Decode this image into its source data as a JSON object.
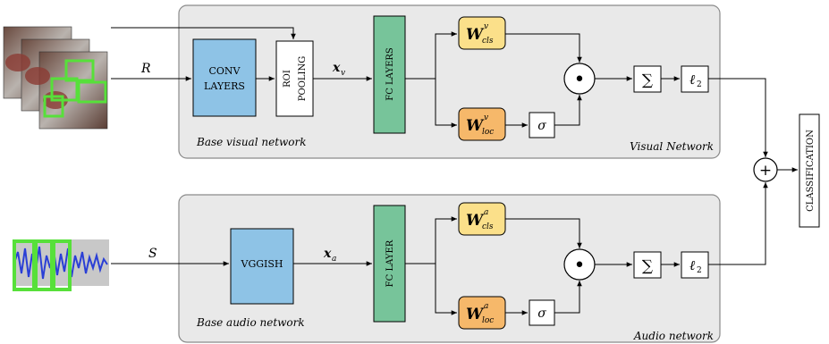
{
  "visual": {
    "input_symbol": "R",
    "conv_line1": "CONV",
    "conv_line2": "LAYERS",
    "roi_line1": "ROI",
    "roi_line2": "POOLING",
    "feature_symbol": "x",
    "feature_sub": "v",
    "fc_label": "FC LAYERS",
    "w_cls_base": "W",
    "w_cls_sup": "v",
    "w_cls_sub": "cls",
    "w_loc_base": "W",
    "w_loc_sup": "v",
    "w_loc_sub": "loc",
    "sigma": "σ",
    "odot": "•",
    "sum": "∑",
    "l2_base": "ℓ",
    "l2_sub": "2",
    "base_label": "Base visual network",
    "net_label": "Visual Network"
  },
  "audio": {
    "input_symbol": "S",
    "vggish_label": "VGGISH",
    "feature_symbol": "x",
    "feature_sub": "a",
    "fc_label": "FC LAYER",
    "w_cls_base": "W",
    "w_cls_sup": "a",
    "w_cls_sub": "cls",
    "w_loc_base": "W",
    "w_loc_sup": "a",
    "w_loc_sub": "loc",
    "sigma": "σ",
    "odot": "•",
    "sum": "∑",
    "l2_base": "ℓ",
    "l2_sub": "2",
    "base_label": "Base audio network",
    "net_label": "Audio network"
  },
  "fusion": {
    "plus": "+",
    "classification_label": "CLASSIFICATION"
  },
  "colors": {
    "panel_fill": "#e9e9e9",
    "panel_stroke": "#8a8a8a",
    "conv_blue": "#8ec3e6",
    "fc_green": "#77c49a",
    "w_cls_yellow": "#fbe08a",
    "w_loc_orange": "#f6b86a",
    "roi_green": "#57e03a",
    "waveform_blue": "#2a3fd6"
  }
}
